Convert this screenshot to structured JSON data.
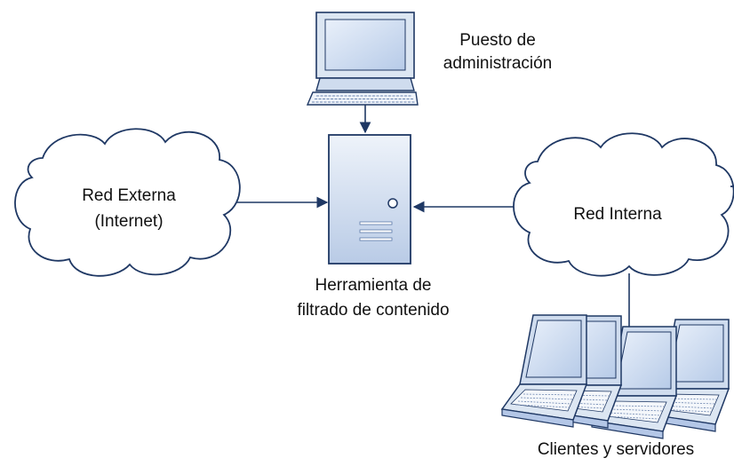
{
  "nodes": {
    "admin": {
      "label_line1": "Puesto de",
      "label_line2": "administración",
      "icon": "desktop-computer-icon"
    },
    "external": {
      "label_line1": "Red Externa",
      "label_line2": "(Internet)",
      "icon": "cloud-icon"
    },
    "internal": {
      "label": "Red Interna",
      "icon": "cloud-icon"
    },
    "filter": {
      "label_line1": "Herramienta de",
      "label_line2": "filtrado de contenido",
      "icon": "server-tower-icon"
    },
    "clients": {
      "label": "Clientes y servidores",
      "icon": "laptop-icon"
    }
  },
  "edges": [
    {
      "from": "admin",
      "to": "filter"
    },
    {
      "from": "external",
      "to": "filter"
    },
    {
      "from": "internal",
      "to": "filter"
    },
    {
      "from": "clients",
      "to": "internal"
    }
  ],
  "colors": {
    "stroke": "#1f3864",
    "device_fill": "#dce6f2",
    "device_shade": "#b4c7e7",
    "screen": "#c9daf0",
    "connector": "#2e5597"
  }
}
